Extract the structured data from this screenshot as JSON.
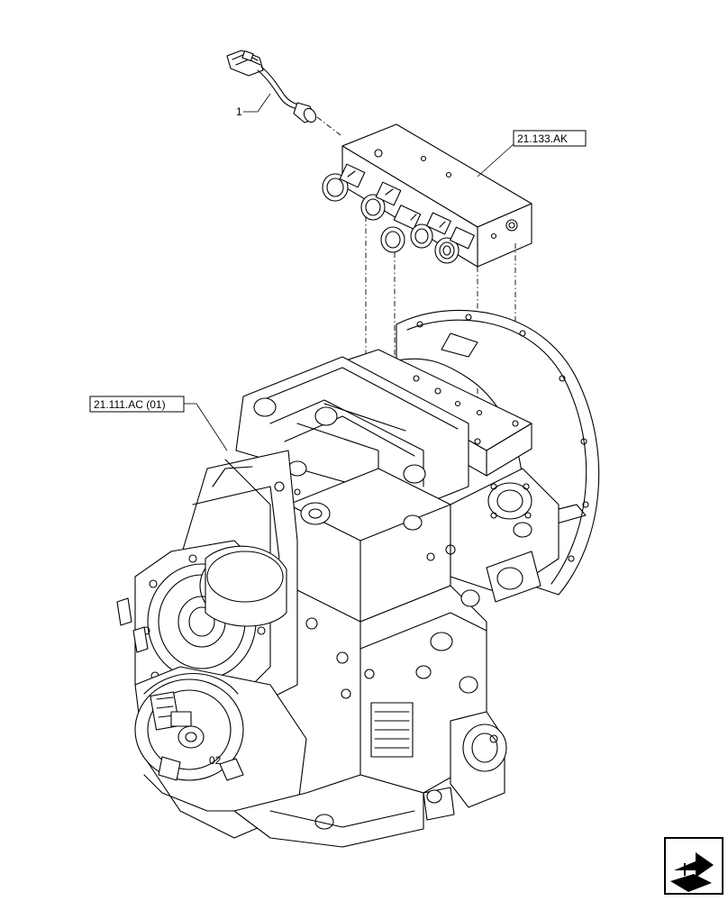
{
  "callouts": {
    "item_1": "1",
    "ref_valve_block": "21.133.AK",
    "ref_transmission": "21.111.AC (01)"
  },
  "housing_marking": "02",
  "icons": {
    "nav": "next-page-arrow-icon"
  }
}
